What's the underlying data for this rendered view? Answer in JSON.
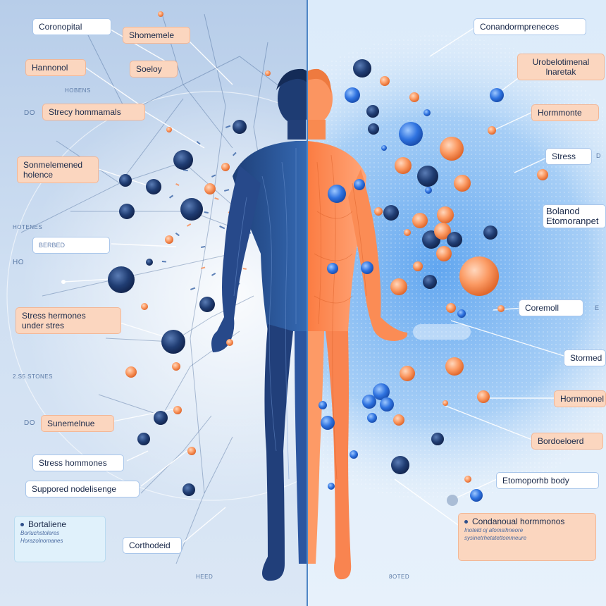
{
  "labels": {
    "left": {
      "l1": "Coronopital",
      "l2": "Shomemele",
      "l3": "Hannonol",
      "l4": "Soeloy",
      "l5": "HOBENS",
      "l6": "DO",
      "l7": "Strecy hommamals",
      "l8": "Sonmelemened",
      "l8b": "holence",
      "l9": "HOTENES",
      "l10": "BERBED",
      "l11": "HO",
      "l12": "Stress hermones",
      "l12b": "under stres",
      "l13": "2.S5 STONES",
      "l14": "DO",
      "l15": "Sunemelnue",
      "l16": "Stress hommones",
      "l17": "Suppored nodelisenge",
      "l18": "Bortaliene",
      "l18s1": "Borluchstoleres",
      "l18s2": "Horazolnomanes",
      "l19": "Corthodeid",
      "l20": "HEED"
    },
    "right": {
      "r1": "Conandormpreneces",
      "r2": "Urobelotimenal",
      "r2b": "lnaretak",
      "r3": "Hormmonte",
      "r4": "Stress",
      "r5": "Bolanod",
      "r5b": "Etomoranpet",
      "r6": "Coremoll",
      "r7": "Stormed",
      "r8": "Hormmonel",
      "r9": "Bordoeloerd",
      "r10": "Etomoporhb body",
      "r11": "Condanoual hormmonos",
      "r11s1": "Inoteld oj afomsihneore",
      "r11s2": "sysinetrhetatettommeure",
      "r12": "8OTED",
      "r13": "D",
      "r14": "E"
    }
  },
  "colors": {
    "navy": "#1f3a6b",
    "blue": "#2f6fd6",
    "orange": "#f98a50",
    "peach_fill": "#fbd6bf",
    "body_left": "#274f8c",
    "body_right": "#fb8a55"
  }
}
